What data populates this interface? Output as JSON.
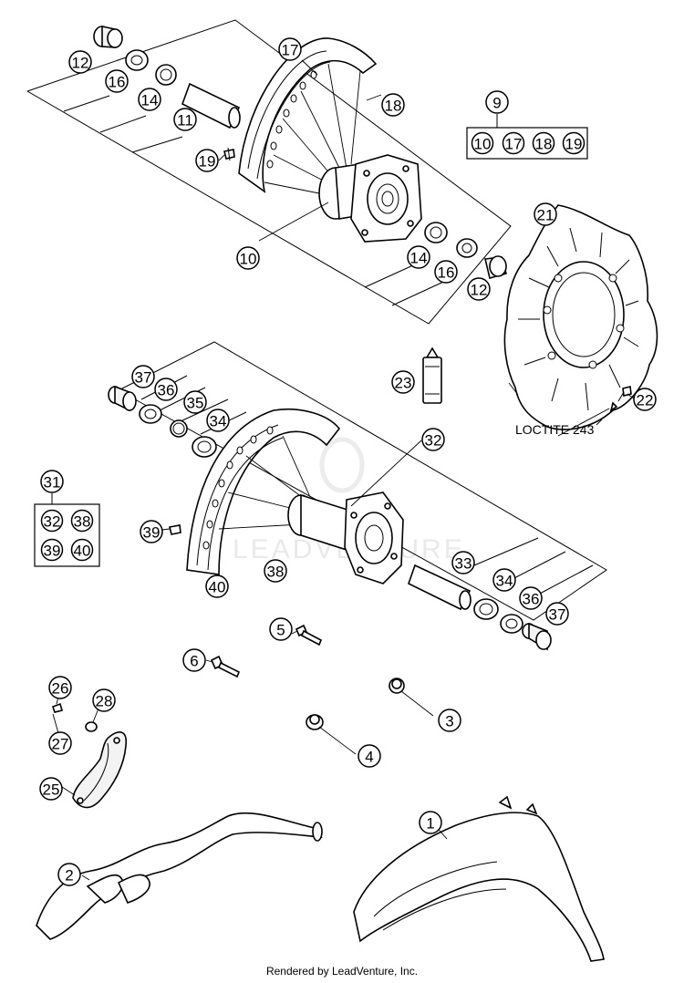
{
  "watermark": "LEADVENTURE",
  "footer": "Rendered by LeadVenture, Inc.",
  "note": "LOCTITE 243",
  "kit_front": {
    "label": "9",
    "items": [
      "10",
      "17",
      "18",
      "19"
    ]
  },
  "kit_rear": {
    "label": "31",
    "items": [
      "32",
      "38",
      "39",
      "40"
    ]
  },
  "callouts": {
    "c12a": "12",
    "c16a": "16",
    "c14a": "14",
    "c11": "11",
    "c17": "17",
    "c18": "18",
    "c19": "19",
    "c10": "10",
    "c14b": "14",
    "c16b": "16",
    "c12b": "12",
    "c21": "21",
    "c22": "22",
    "c23": "23",
    "c37a": "37",
    "c36a": "36",
    "c35": "35",
    "c34a": "34",
    "c32": "32",
    "c39": "39",
    "c40": "40",
    "c38": "38",
    "c33": "33",
    "c34b": "34",
    "c36b": "36",
    "c37b": "37",
    "c5": "5",
    "c6": "6",
    "c3": "3",
    "c4": "4",
    "c26": "26",
    "c28": "28",
    "c27": "27",
    "c25": "25",
    "c2": "2",
    "c1": "1"
  },
  "colors": {
    "line": "#000000",
    "background": "#ffffff"
  }
}
